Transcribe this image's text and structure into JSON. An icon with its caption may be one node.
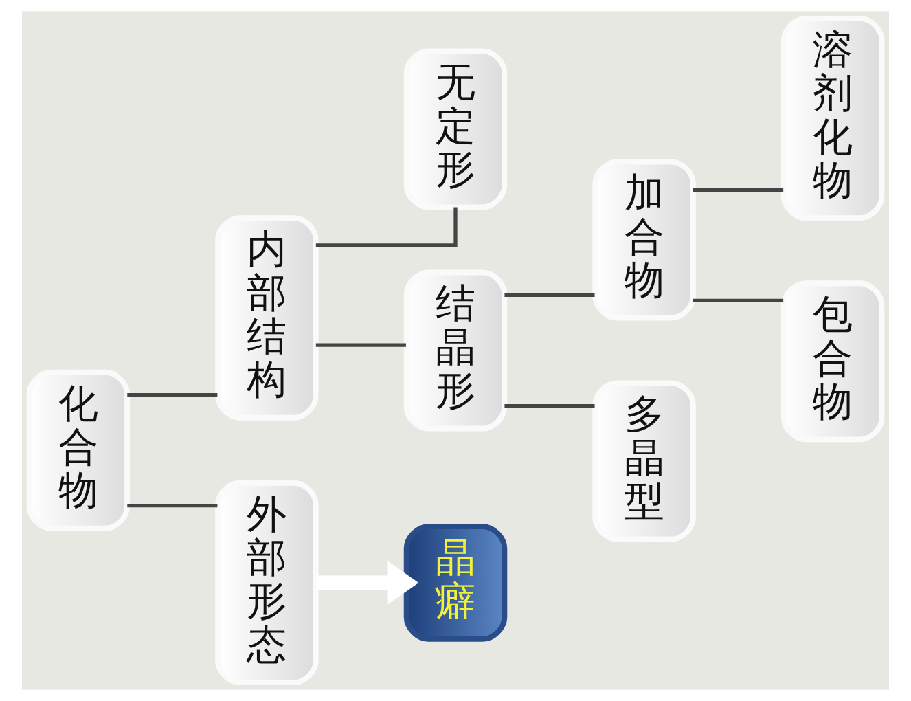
{
  "diagram": {
    "nodes": [
      {
        "text": [
          "化合物"
        ]
      },
      {
        "text": [
          "内部结构"
        ]
      },
      {
        "text": [
          "外部形态"
        ]
      },
      {
        "text": [
          "无定形"
        ]
      },
      {
        "text": [
          "结晶形"
        ]
      },
      {
        "text": [
          "晶癖"
        ]
      },
      {
        "text": [
          "加合物"
        ]
      },
      {
        "text": [
          "多晶型"
        ]
      },
      {
        "text": [
          "溶剂化物"
        ]
      },
      {
        "text": [
          "包合物"
        ]
      }
    ],
    "edges": [
      {
        "from": 0,
        "to": 1,
        "arrow": "none"
      },
      {
        "from": 0,
        "to": 2,
        "arrow": "none"
      },
      {
        "from": 1,
        "to": 3,
        "arrow": "none"
      },
      {
        "from": 1,
        "to": 4,
        "arrow": "none"
      },
      {
        "from": 2,
        "to": 5,
        "arrow": "to",
        "style": "thick",
        "color": "#ffffff"
      },
      {
        "from": 4,
        "to": 6,
        "arrow": "none"
      },
      {
        "from": 4,
        "to": 7,
        "arrow": "none"
      },
      {
        "from": 6,
        "to": 8,
        "arrow": "none"
      },
      {
        "from": 6,
        "to": 9,
        "arrow": "none"
      }
    ]
  }
}
